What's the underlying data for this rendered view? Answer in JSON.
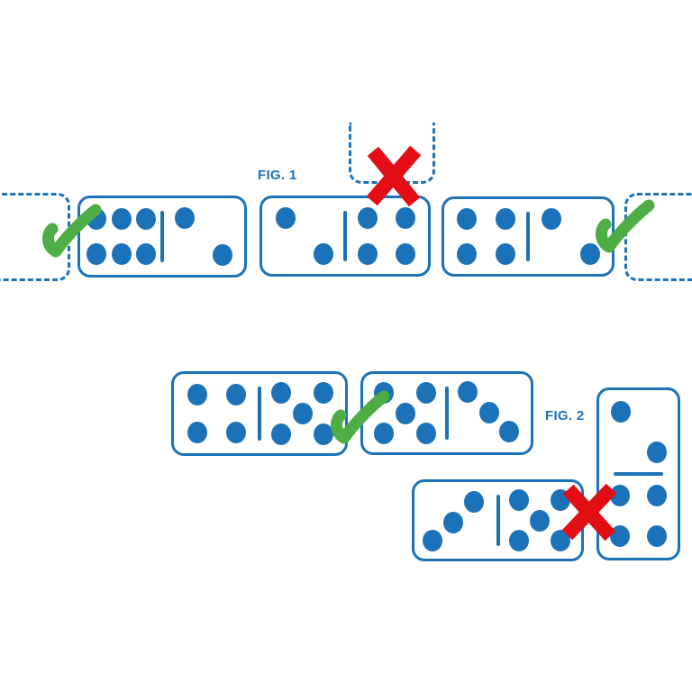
{
  "colors": {
    "blue": "#1B72B8",
    "green": "#4EAE45",
    "red": "#E30E15",
    "background": "#FFFFFF"
  },
  "fig1": {
    "label": "FIG. 1",
    "dominoes": [
      {
        "name": "domino-6-2",
        "orientation": "horizontal",
        "halves": [
          {
            "pips": 6,
            "pattern": "3x2"
          },
          {
            "pips": 2,
            "pattern": "falling"
          }
        ]
      },
      {
        "name": "domino-2-4",
        "orientation": "horizontal",
        "halves": [
          {
            "pips": 2,
            "pattern": "falling"
          },
          {
            "pips": 4,
            "pattern": "corners"
          }
        ]
      },
      {
        "name": "domino-4-2",
        "orientation": "horizontal",
        "halves": [
          {
            "pips": 4,
            "pattern": "corners"
          },
          {
            "pips": 2,
            "pattern": "falling"
          }
        ]
      }
    ],
    "placeholders": [
      {
        "position": "left-end"
      },
      {
        "position": "above-middle-joint"
      },
      {
        "position": "right-end"
      }
    ],
    "markers": [
      {
        "type": "check",
        "meaning": "valid-placement",
        "location": "left-end"
      },
      {
        "type": "cross",
        "meaning": "invalid-placement",
        "location": "above-middle-joint"
      },
      {
        "type": "check",
        "meaning": "valid-placement",
        "location": "right-end"
      }
    ]
  },
  "fig2": {
    "label": "FIG. 2",
    "dominoes": [
      {
        "name": "domino-4-5",
        "orientation": "horizontal",
        "halves": [
          {
            "pips": 4,
            "pattern": "corners"
          },
          {
            "pips": 5,
            "pattern": "corners-center"
          }
        ]
      },
      {
        "name": "domino-5-3",
        "orientation": "horizontal",
        "halves": [
          {
            "pips": 5,
            "pattern": "corners-center"
          },
          {
            "pips": 3,
            "pattern": "falling"
          }
        ]
      },
      {
        "name": "domino-3-5",
        "orientation": "horizontal",
        "halves": [
          {
            "pips": 3,
            "pattern": "rising"
          },
          {
            "pips": 5,
            "pattern": "corners-center"
          }
        ]
      },
      {
        "name": "domino-2-4-vertical",
        "orientation": "vertical",
        "halves": [
          {
            "pips": 2,
            "pattern": "falling"
          },
          {
            "pips": 4,
            "pattern": "corners"
          }
        ]
      }
    ],
    "markers": [
      {
        "type": "check",
        "meaning": "valid-placement",
        "location": "between-4-5-and-5-3"
      },
      {
        "type": "cross",
        "meaning": "invalid-placement",
        "location": "between-3-5-and-vertical-2-4"
      }
    ]
  }
}
